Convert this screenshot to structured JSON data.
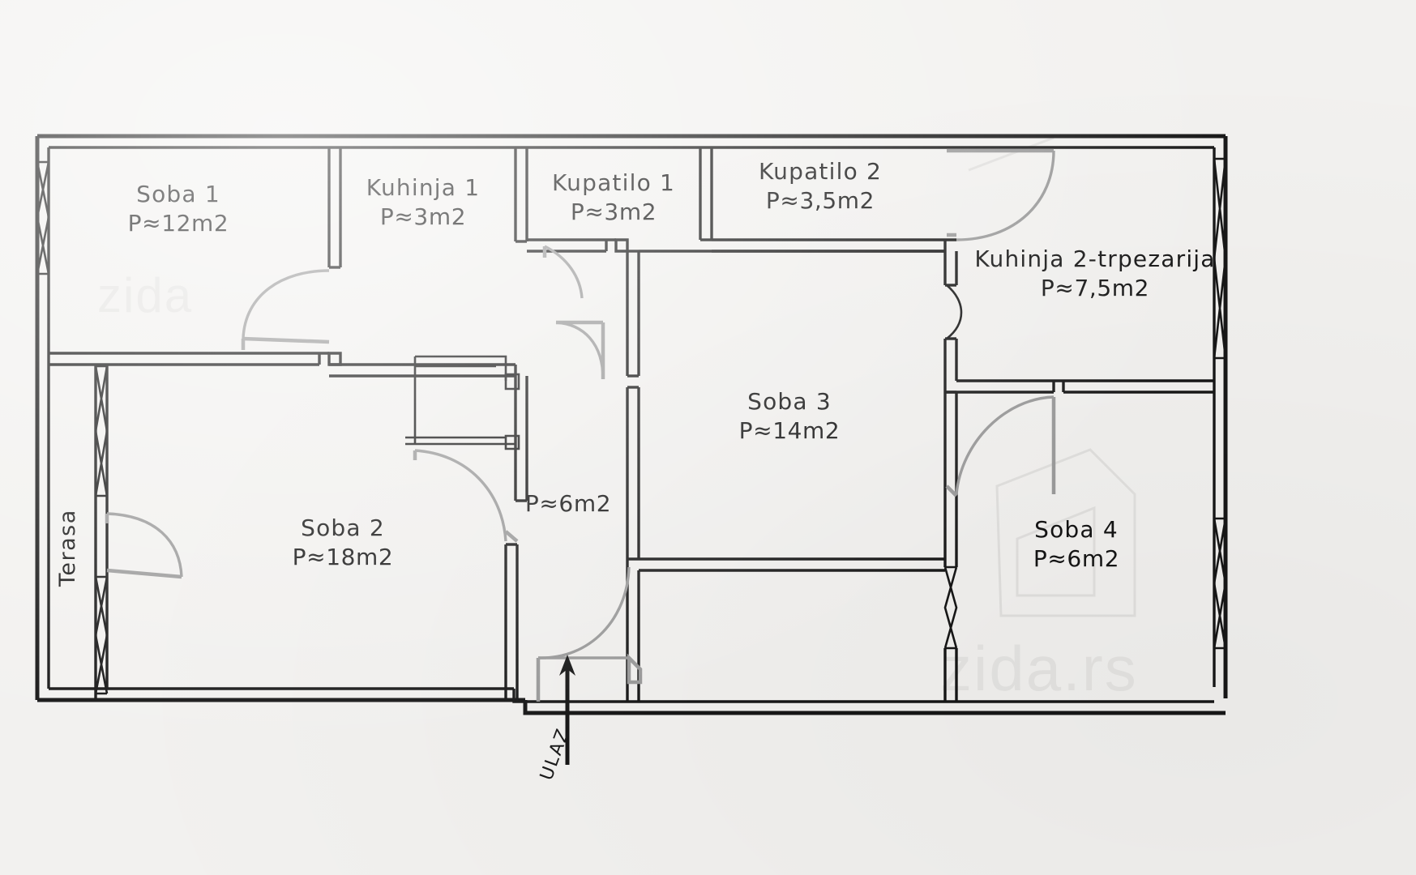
{
  "document": {
    "type": "floor-plan",
    "language": "sr",
    "background_color": "#f2f1ef",
    "line_color": "#161616",
    "door_color": "#8d8d8d"
  },
  "rooms": [
    {
      "id": "soba1",
      "name": "Soba 1",
      "area": "P≈12m2",
      "area_value": 12,
      "unit": "m2"
    },
    {
      "id": "kuhinja1",
      "name": "Kuhinja 1",
      "area": "P≈3m2",
      "area_value": 3,
      "unit": "m2"
    },
    {
      "id": "kupatilo1",
      "name": "Kupatilo 1",
      "area": "P≈3m2",
      "area_value": 3,
      "unit": "m2"
    },
    {
      "id": "kupatilo2",
      "name": "Kupatilo 2",
      "area": "P≈3,5m2",
      "area_value": 3.5,
      "unit": "m2"
    },
    {
      "id": "kuhinja2",
      "name": "Kuhinja 2-trpezarija",
      "area": "P≈7,5m2",
      "area_value": 7.5,
      "unit": "m2"
    },
    {
      "id": "soba3",
      "name": "Soba 3",
      "area": "P≈14m2",
      "area_value": 14,
      "unit": "m2"
    },
    {
      "id": "soba2",
      "name": "Soba 2",
      "area": "P≈18m2",
      "area_value": 18,
      "unit": "m2"
    },
    {
      "id": "soba4",
      "name": "Soba 4",
      "area": "P≈6m2",
      "area_value": 6,
      "unit": "m2"
    },
    {
      "id": "hodnik",
      "name": "",
      "area": "P≈6m2",
      "area_value": 6,
      "unit": "m2"
    },
    {
      "id": "terasa",
      "name": "Terasa",
      "area": "",
      "area_value": null,
      "unit": ""
    }
  ],
  "annotations": {
    "entrance_label": "ULAZ",
    "entrance_arrow": "up-arrow"
  },
  "watermark": {
    "text": "zida.rs",
    "text_faint": "zida"
  }
}
